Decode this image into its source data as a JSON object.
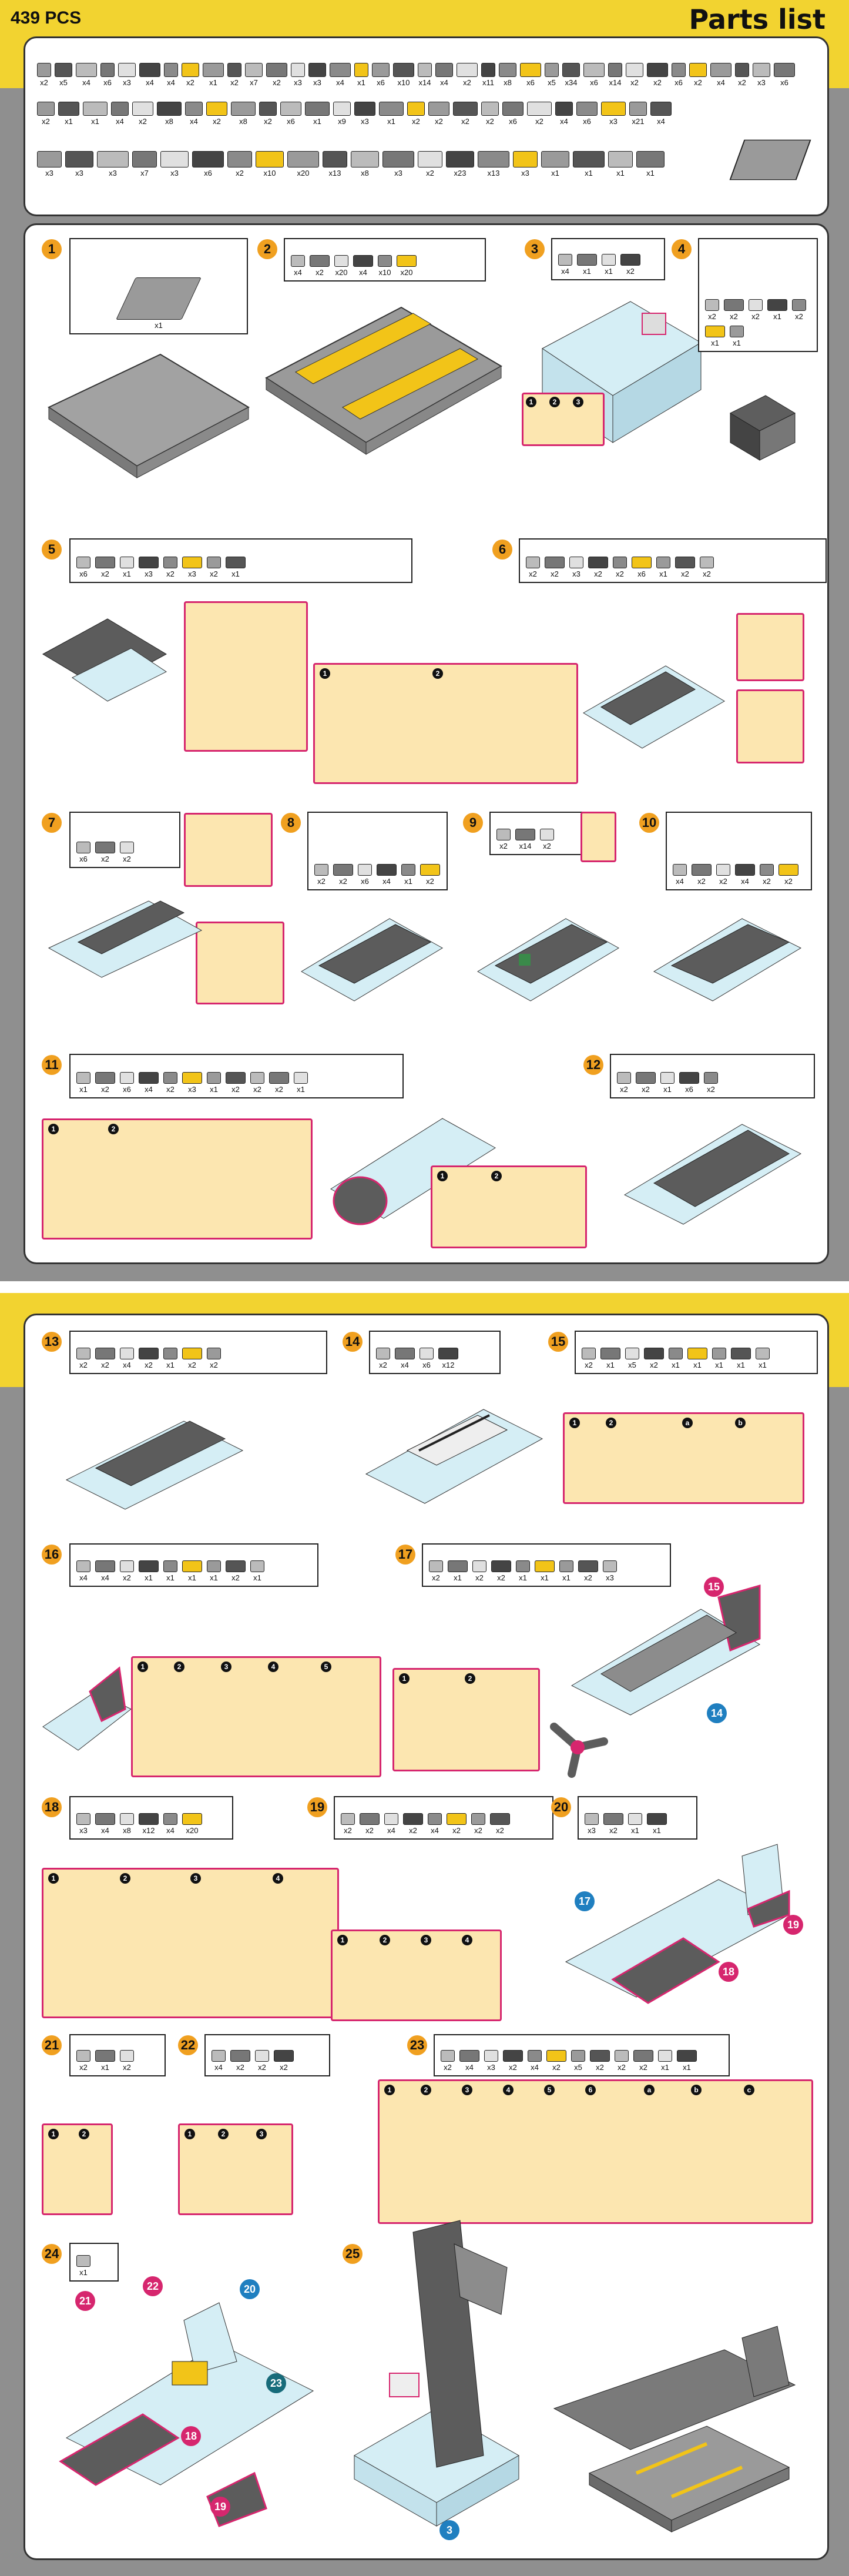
{
  "header": {
    "piece_count": "439 PCS",
    "title": "Parts list"
  },
  "parts_row1": [
    "x2",
    "x5",
    "x4",
    "x6",
    "x3",
    "x4",
    "x4",
    "x2",
    "x1",
    "x2",
    "x7",
    "x2",
    "x3",
    "x3",
    "x4",
    "x1",
    "x6",
    "x10",
    "x14",
    "x4",
    "x2",
    "x11",
    "x8",
    "x6",
    "x5",
    "x34",
    "x6",
    "x14",
    "x2",
    "x2",
    "x6",
    "x2",
    "x4",
    "x2",
    "x3",
    "x6"
  ],
  "parts_row1b": [
    "x2",
    "x1",
    "x1",
    "x4",
    "x2",
    "x8",
    "x4",
    "x2",
    "x8",
    "x2",
    "x6",
    "x1",
    "x9",
    "x3",
    "x1",
    "x2",
    "x2",
    "x2",
    "x2",
    "x6",
    "x2",
    "x4",
    "x6",
    "x3",
    "x21",
    "x4"
  ],
  "parts_row2": [
    "x3",
    "x3",
    "x3",
    "x7",
    "x3",
    "x6",
    "x2",
    "x10",
    "x20",
    "x13",
    "x8",
    "x3",
    "x2",
    "x23",
    "x13",
    "x3",
    "x1",
    "x1",
    "x1",
    "x1"
  ],
  "steps": {
    "s1": {
      "num": "1",
      "parts": [
        "x1"
      ]
    },
    "s2": {
      "num": "2",
      "parts": [
        "x4",
        "x2",
        "x20",
        "x4",
        "x10",
        "x20"
      ]
    },
    "s3": {
      "num": "3",
      "parts": [
        "x4",
        "x1",
        "x1",
        "x2"
      ]
    },
    "s4": {
      "num": "4",
      "parts": [
        "x2",
        "x2",
        "x2",
        "x1",
        "x2",
        "x1",
        "x1"
      ]
    },
    "s5": {
      "num": "5",
      "parts": [
        "x6",
        "x2",
        "x1",
        "x3",
        "x2",
        "x3",
        "x2",
        "x1"
      ]
    },
    "s6": {
      "num": "6",
      "parts": [
        "x2",
        "x2",
        "x3",
        "x2",
        "x2",
        "x6",
        "x1",
        "x2",
        "x2"
      ]
    },
    "s7": {
      "num": "7",
      "parts": [
        "x6",
        "x2",
        "x2"
      ]
    },
    "s8": {
      "num": "8",
      "parts": [
        "x2",
        "x2",
        "x6",
        "x4",
        "x1",
        "x2"
      ]
    },
    "s9": {
      "num": "9",
      "parts": [
        "x2",
        "x14",
        "x2"
      ]
    },
    "s10": {
      "num": "10",
      "parts": [
        "x4",
        "x2",
        "x2",
        "x4",
        "x2",
        "x2"
      ]
    },
    "s11": {
      "num": "11",
      "parts": [
        "x1",
        "x2",
        "x6",
        "x4",
        "x2",
        "x3",
        "x1",
        "x2",
        "x2",
        "x2",
        "x1"
      ]
    },
    "s12": {
      "num": "12",
      "parts": [
        "x2",
        "x2",
        "x1",
        "x6",
        "x2"
      ]
    },
    "s13": {
      "num": "13",
      "parts": [
        "x2",
        "x2",
        "x4",
        "x2",
        "x1",
        "x2",
        "x2"
      ]
    },
    "s14": {
      "num": "14",
      "parts": [
        "x2",
        "x4",
        "x6",
        "x12"
      ]
    },
    "s15": {
      "num": "15",
      "parts": [
        "x2",
        "x1",
        "x5",
        "x2",
        "x1",
        "x1",
        "x1",
        "x1",
        "x1"
      ]
    },
    "s16": {
      "num": "16",
      "parts": [
        "x4",
        "x4",
        "x2",
        "x1",
        "x1",
        "x1",
        "x1",
        "x2",
        "x1"
      ]
    },
    "s17": {
      "num": "17",
      "parts": [
        "x2",
        "x1",
        "x2",
        "x2",
        "x1",
        "x1",
        "x1",
        "x2",
        "x3"
      ]
    },
    "s18": {
      "num": "18",
      "parts": [
        "x3",
        "x4",
        "x8",
        "x12",
        "x4",
        "x20"
      ]
    },
    "s19": {
      "num": "19",
      "parts": [
        "x2",
        "x2",
        "x4",
        "x2",
        "x4",
        "x2",
        "x2",
        "x2"
      ]
    },
    "s20": {
      "num": "20",
      "parts": [
        "x3",
        "x2",
        "x1",
        "x1"
      ]
    },
    "s21": {
      "num": "21",
      "parts": [
        "x2",
        "x1",
        "x2"
      ]
    },
    "s22": {
      "num": "22",
      "parts": [
        "x4",
        "x2",
        "x2",
        "x2"
      ]
    },
    "s23": {
      "num": "23",
      "parts": [
        "x2",
        "x4",
        "x3",
        "x2",
        "x4",
        "x2",
        "x5",
        "x2",
        "x2",
        "x2",
        "x1",
        "x1"
      ]
    },
    "s24": {
      "num": "24",
      "parts": [
        "x1"
      ]
    },
    "s25": {
      "num": "25"
    }
  },
  "badges": {
    "b14": "14",
    "b15": "15",
    "b17": "17",
    "b18": "18",
    "b19": "19",
    "b20": "20",
    "b21": "21",
    "b22": "22",
    "b23": "23",
    "b3": "3",
    "b13": "18"
  },
  "sub_counts": {
    "x2": "x2",
    "x3": "x3",
    "x4": "x4"
  },
  "colors": {
    "accent_yellow": "#f2d330",
    "frame_gray": "#8f8f8f",
    "highlight_pink": "#d6266e",
    "callout_bg": "#fce6b0",
    "step_orange": "#f0a020"
  }
}
